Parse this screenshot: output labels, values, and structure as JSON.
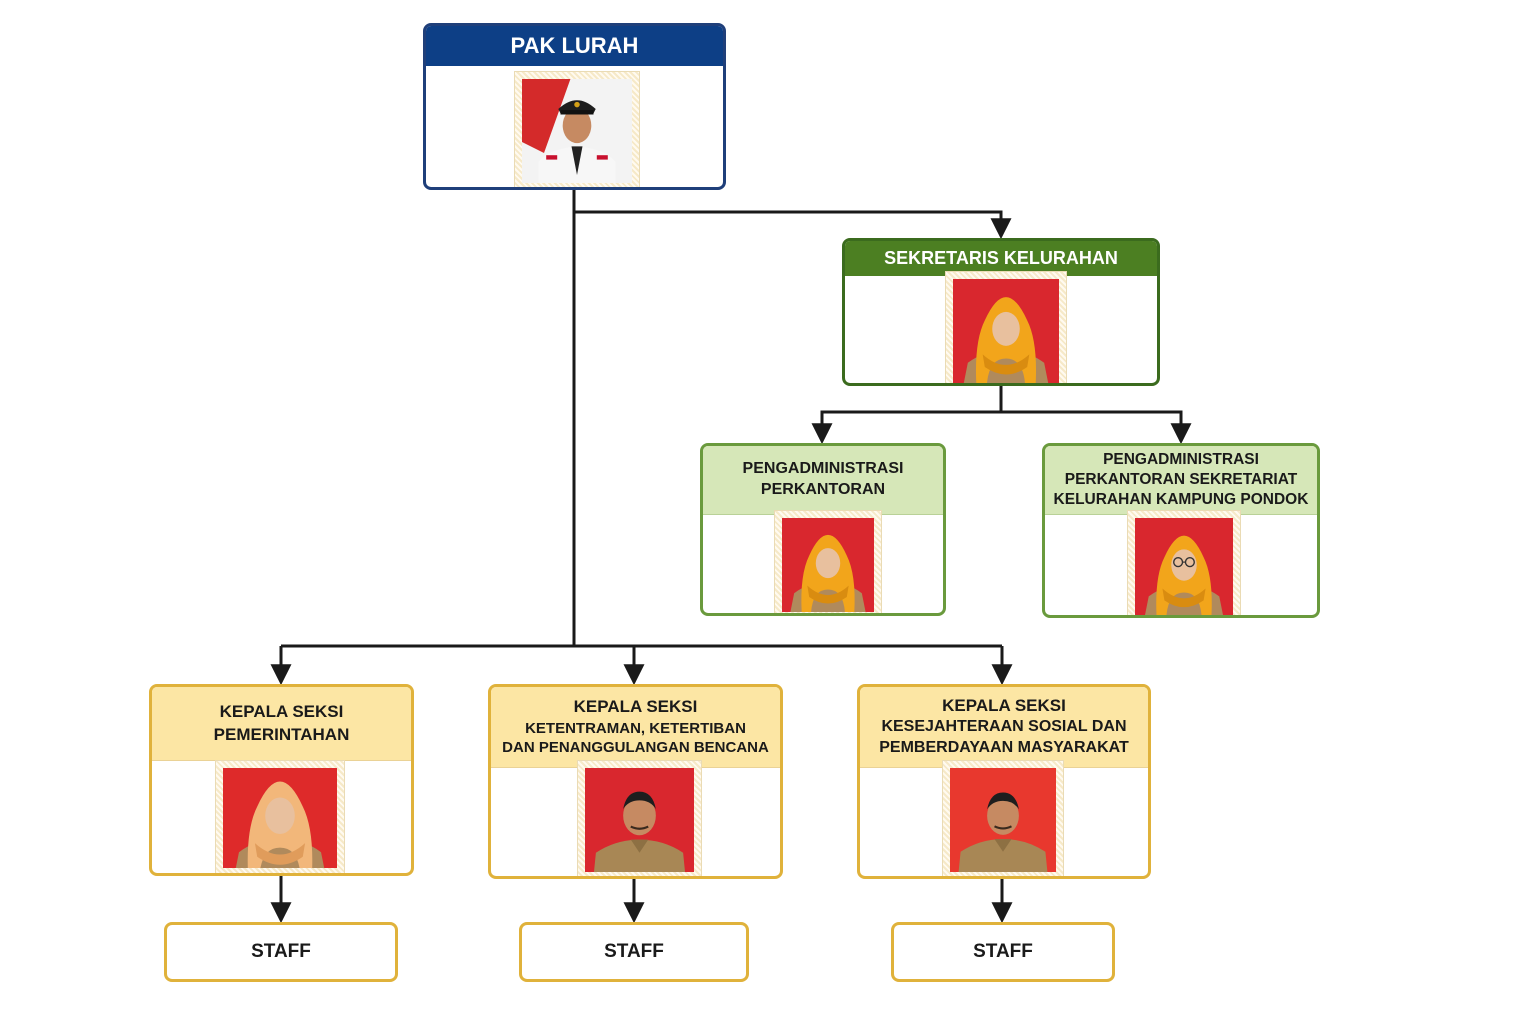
{
  "nodes": {
    "lurah": {
      "title": "PAK LURAH"
    },
    "sekretaris": {
      "title": "SEKRETARIS KELURAHAN"
    },
    "pengadministrasi_1": {
      "lines": [
        "PENGADMINISTRASI",
        "PERKANTORAN"
      ]
    },
    "pengadministrasi_2": {
      "lines": [
        "PENGADMINISTRASI",
        "PERKANTORAN SEKRETARIAT",
        "KELURAHAN KAMPUNG PONDOK"
      ]
    },
    "kasi_1": {
      "lines": [
        "KEPALA SEKSI",
        "PEMERINTAHAN"
      ]
    },
    "kasi_2": {
      "lines": [
        "KEPALA SEKSI",
        "KETENTRAMAN, KETERTIBAN",
        "DAN PENANGGULANGAN BENCANA"
      ]
    },
    "kasi_3": {
      "lines": [
        "KEPALA SEKSI",
        "KESEJAHTERAAN SOSIAL DAN",
        "PEMBERDAYAAN MASYARAKAT"
      ]
    },
    "staff_1": {
      "label": "STAFF"
    },
    "staff_2": {
      "label": "STAFF"
    },
    "staff_3": {
      "label": "STAFF"
    }
  },
  "colors": {
    "connector": "#1a1a1a",
    "lurah_header": "#0d3f86",
    "sekretaris_header": "#4c7f22",
    "pengadministrasi_header": "#d6e7b8",
    "kasi_header": "#fce6a4",
    "gold_border": "#e0b23b",
    "photo_bg_red": "#d9272e"
  },
  "photos": {
    "lurah": {
      "icon": "official-portrait-uniform-white",
      "bg": "#f3f3f3"
    },
    "sekretaris": {
      "icon": "portrait-hijab-yellow",
      "bg": "#d9272e"
    },
    "pengadministrasi_1": {
      "icon": "portrait-hijab-yellow",
      "bg": "#d9272e"
    },
    "pengadministrasi_2": {
      "icon": "portrait-hijab-yellow-glasses",
      "bg": "#d9272e"
    },
    "kasi_1": {
      "icon": "portrait-hijab-peach",
      "bg": "#de2a2a"
    },
    "kasi_2": {
      "icon": "portrait-man-khaki",
      "bg": "#d9272e"
    },
    "kasi_3": {
      "icon": "portrait-man-khaki",
      "bg": "#e8382e"
    }
  }
}
